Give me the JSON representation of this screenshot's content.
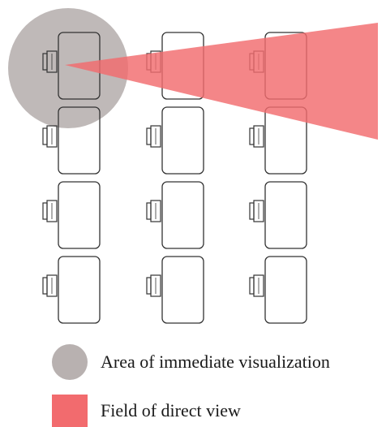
{
  "colors": {
    "immediate_area": "#b8b1b0",
    "direct_view": "#f26b6e",
    "desk_stroke": "#333333",
    "background": "#ffffff"
  },
  "layout": {
    "rows": 4,
    "columns": 3
  },
  "legend": {
    "immediate": "Area of immediate visualization",
    "direct": "Field of direct view"
  }
}
